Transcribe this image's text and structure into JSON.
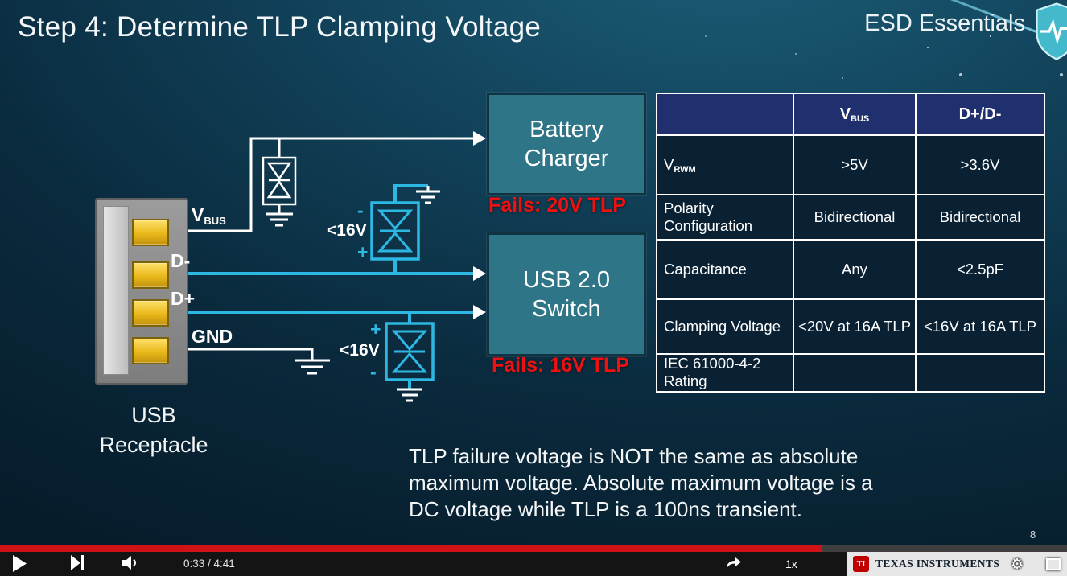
{
  "slide": {
    "title": "Step 4: Determine TLP Clamping Voltage",
    "brand": "ESD Essentials",
    "page_number": "8",
    "footnote_lines": [
      "TLP failure voltage is NOT the same as absolute",
      "maximum voltage. Absolute maximum voltage is a",
      "DC voltage while TLP is a 100ns transient."
    ]
  },
  "diagram": {
    "receptacle_line1": "USB",
    "receptacle_line2": "Receptacle",
    "pin_vbus_main": "V",
    "pin_vbus_sub": "BUS",
    "pin_dminus": "D-",
    "pin_dplus": "D+",
    "pin_gnd": "GND",
    "tvs_top": {
      "sign_top": "-",
      "value": "<16V",
      "sign_bottom": "+"
    },
    "tvs_bottom": {
      "sign_top": "+",
      "value": "<16V",
      "sign_bottom": "-"
    },
    "battery_charger_label": "Battery Charger",
    "battery_charger_fail": "Fails: 20V TLP",
    "usb_switch_label": "USB 2.0 Switch",
    "usb_switch_fail": "Fails: 16V TLP"
  },
  "table": {
    "header": {
      "col1": "",
      "col2_main": "V",
      "col2_sub": "BUS",
      "col3": "D+/D-"
    },
    "rows": [
      {
        "label_main": "V",
        "label_sub": "RWM",
        "vbus": ">5V",
        "dd": ">3.6V"
      },
      {
        "label_main": "Polarity Configuration",
        "label_sub": "",
        "vbus": "Bidirectional",
        "dd": "Bidirectional"
      },
      {
        "label_main": "Capacitance",
        "label_sub": "",
        "vbus": "Any",
        "dd": "<2.5pF"
      },
      {
        "label_main": "Clamping Voltage",
        "label_sub": "",
        "vbus": "<20V at 16A TLP",
        "dd": "<16V at 16A TLP"
      },
      {
        "label_main": "IEC 61000-4-2 Rating",
        "label_sub": "",
        "vbus": "",
        "dd": ""
      }
    ]
  },
  "player": {
    "time": "0:33 / 4:41",
    "speed": "1x",
    "progress_pct": 77,
    "ti_brand": "TEXAS INSTRUMENTS",
    "ti_mark": "TI",
    "icons": {
      "gear": "⚙"
    }
  },
  "colors": {
    "header_blue": "#20306f",
    "cell_navy": "#0a2134",
    "teal_box": "#2e7587",
    "teal_box_border": "#0f3340",
    "cyan": "#2db7e3",
    "fail_red": "#ee1111",
    "progress_red": "#d01217",
    "shield_teal": "#45b9cc"
  }
}
